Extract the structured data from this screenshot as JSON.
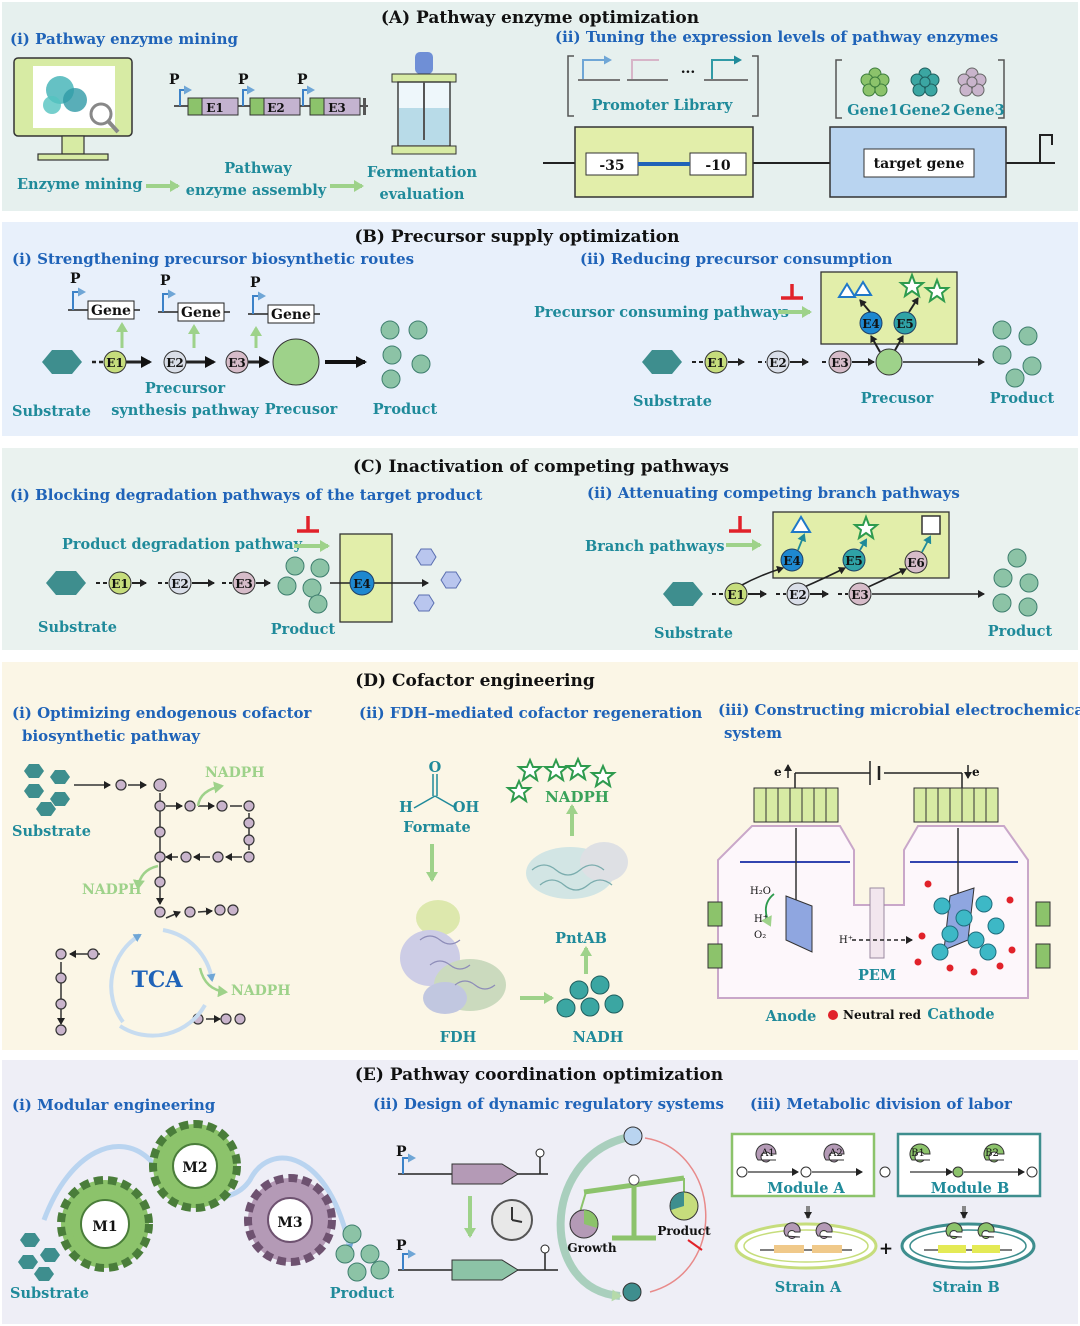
{
  "colors": {
    "panel_A": "#e6f0ee",
    "panel_B": "#e8f0fb",
    "panel_C": "#eaf2ef",
    "panel_D": "#fbf6e6",
    "panel_E": "#eeeef6",
    "subtitle": "#1f63b8",
    "label": "#1f8a9a",
    "green_arrow": "#9ed28a",
    "light_green": "#e2eeaa",
    "substrate": "#3e8e8e",
    "enzyme": "#c6dd7c",
    "product": "#8cc3a6",
    "block": "#e1222a"
  },
  "A": {
    "title": "(A) Pathway enzyme optimization",
    "sub1": "(i) Pathway enzyme mining",
    "sub2": "(ii) Tuning the expression levels of pathway enzymes",
    "p": "P",
    "genes": [
      "E1",
      "E2",
      "E3"
    ],
    "dots": "...",
    "enzyme_mining": "Enzyme mining",
    "pathway_line1": "Pathway",
    "pathway_line2": "enzyme assembly",
    "ferm_line1": "Fermentation",
    "ferm_line2": "evaluation",
    "promoter_library": "Promoter Library",
    "gene_labels": [
      "Gene1",
      "Gene2",
      "Gene3"
    ],
    "minus35": "-35",
    "minus10": "-10",
    "target_gene": "target gene"
  },
  "B": {
    "title": "(B) Precursor supply optimization",
    "sub1": "(i) Strengthening precursor biosynthetic routes",
    "sub2": "(ii) Reducing precursor consumption",
    "p": "P",
    "gene": "Gene",
    "enzymes": [
      "E1",
      "E2",
      "E3"
    ],
    "consume_enzymes": [
      "E4",
      "E5"
    ],
    "substrate": "Substrate",
    "synth_line1": "Precursor",
    "synth_line2": "synthesis pathway",
    "precursor1": "Precusor",
    "precursor2": "Precusor",
    "product": "Product",
    "consuming": "Precursor consuming pathways"
  },
  "C": {
    "title": "(C) Inactivation of competing pathways",
    "sub1": "(i) Blocking degradation pathways of the target product",
    "sub2": "(ii) Attenuating competing branch pathways",
    "degradation": "Product degradation pathway",
    "branch": "Branch pathways",
    "enzymes": [
      "E1",
      "E2",
      "E3"
    ],
    "degr_enzyme": "E4",
    "branch_enzymes": [
      "E4",
      "E5",
      "E6"
    ],
    "substrate": "Substrate",
    "product": "Product"
  },
  "D": {
    "title": "(D) Cofactor engineering",
    "sub1_line1": "(i) Optimizing endogenous cofactor",
    "sub1_line2": "biosynthetic pathway",
    "sub2": "(ii) FDH–mediated cofactor regeneration",
    "sub3_line1": "(iii) Constructing microbial electrochemical",
    "sub3_line2": "system",
    "substrate": "Substrate",
    "nadph": "NADPH",
    "tca": "TCA",
    "formate": "Formate",
    "formate_o": "O",
    "formate_h": "H",
    "formate_oh": "OH",
    "fdh": "FDH",
    "nadh": "NADH",
    "pntab": "PntAB",
    "electron": "e",
    "h2o": "H₂O",
    "hplus": "H⁺",
    "o2": "O₂",
    "hplus2": "H⁺",
    "pem": "PEM",
    "anode": "Anode",
    "neutral_red": "Neutral red",
    "cathode": "Cathode"
  },
  "E": {
    "title": "(E) Pathway coordination optimization",
    "sub1": "(i) Modular engineering",
    "sub2": "(ii) Design of dynamic regulatory systems",
    "sub3": "(iii) Metabolic division of labor",
    "modules": [
      "M1",
      "M2",
      "M3"
    ],
    "substrate": "Substrate",
    "product": "Product",
    "p": "P",
    "growth": "Growth",
    "product_label": "Product",
    "a1": "A1",
    "a2": "A2",
    "b1": "B1",
    "b2": "B2",
    "module_a": "Module A",
    "module_b": "Module B",
    "strain_a": "Strain A",
    "strain_b": "Strain B",
    "plus": "+"
  }
}
